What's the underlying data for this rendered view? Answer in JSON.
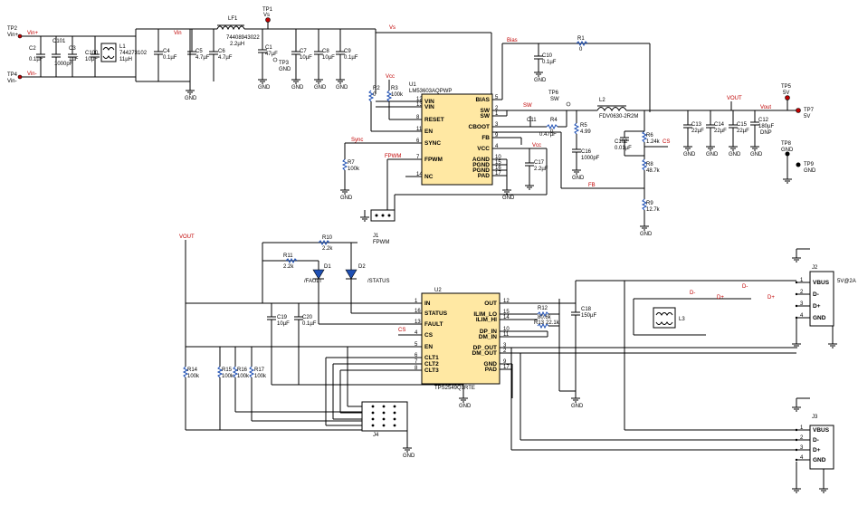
{
  "power": {
    "tp2": "TP2",
    "vin_plus": "Vin+",
    "tp4": "TP4",
    "vin_minus": "Vin-",
    "c2": "C2",
    "c2v": "0.1µF",
    "c101": "C101",
    "c101v": "1000pF",
    "c3": "C3",
    "c3v": "1µF",
    "c100": "C100",
    "c100v": "10µF",
    "l1": "L1",
    "l1p": "744273102",
    "l1v": "11µH",
    "c4": "C4",
    "c4v": "0.1µF",
    "vin_net": "Vin",
    "c5": "C5",
    "c5v": "4.7µF",
    "c6": "C6",
    "c6v": "4.7µF",
    "lf1": "LF1",
    "lf1p": "74408943022",
    "lf1v": "2.2µH",
    "tp1": "TP1",
    "vs": "Vs",
    "c1": "C1",
    "c1v": "47µF",
    "tp3": "TP3",
    "gnd": "GND",
    "c7": "C7",
    "c7v": "10µF",
    "c8": "C8",
    "c8v": "10µF",
    "c9": "C9",
    "c9v": "0.1µF",
    "vs_net": "Vs",
    "bias": "Bias",
    "r1": "R1",
    "r1v": "0",
    "c10": "C10",
    "c10v": "0.1µF",
    "u1": "U1",
    "u1p": "LM53603AQPWP",
    "u1_pins": [
      "VIN",
      "VIN",
      "RESET",
      "EN",
      "SYNC",
      "FPWM",
      "NC",
      "BIAS",
      "SW",
      "SW",
      "CBOOT",
      "FB",
      "VCC",
      "AGND",
      "PGND",
      "PGND",
      "PAD"
    ],
    "u1_nums": [
      "12",
      "13",
      "8",
      "11",
      "6",
      "7",
      "14",
      "5",
      "2",
      "1",
      "3",
      "9",
      "4",
      "10",
      "15",
      "16",
      "17"
    ],
    "r2": "R2",
    "r2v": "0",
    "r3": "R3",
    "r3v": "100k",
    "vcc_label": "Vcc",
    "sync": "Sync",
    "r7": "R7",
    "r7v": "100k",
    "fpwm": "FPWM",
    "j1": "J1",
    "j1l": "FPWM",
    "tp6": "TP6",
    "sw": "SW",
    "sw_net": "SW",
    "l2": "L2",
    "l2p": "FDV0630-2R2M",
    "c11": "C11",
    "c11v": "0.47µF",
    "r4": "R4",
    "r4v": "0",
    "r5": "R5",
    "r5v": "4.99",
    "c16": "C16",
    "c16v": "1000pF",
    "c17": "C17",
    "c17v": "2.2µF",
    "vcc2": "Vcc",
    "c102": "C102",
    "c102v": "0.01µF",
    "r6": "R6",
    "r6v": "1.24k",
    "cs": "CS",
    "r8": "R8",
    "r8v": "48.7k",
    "fb": "FB",
    "r9": "R9",
    "r9v": "12.7k",
    "vout": "VOUT",
    "tp5": "TP5",
    "v5": "5V",
    "tp7": "TP7",
    "v5b": "5V",
    "c13": "C13",
    "c13v": "22µF",
    "c14": "C14",
    "c14v": "22µF",
    "c15": "C15",
    "c15v": "22µF",
    "c12": "C12",
    "c12v": "180µF",
    "dnp": "DNP",
    "vout_net": "Vout",
    "tp8": "TP8",
    "gnd8": "GND",
    "tp9": "TP9",
    "gnd9": "GND"
  },
  "usb": {
    "vout": "VOUT",
    "r10": "R10",
    "r10v": "2.2k",
    "r11": "R11",
    "r11v": "2.2k",
    "d1": "D1",
    "d1l": "/FAULT",
    "d2": "D2",
    "d2l": "/STATUS",
    "u2": "U2",
    "u2p": "TPS2549Q1RTE",
    "u2_left": [
      "IN",
      "STATUS",
      "FAULT",
      "CS",
      "EN",
      "CLT1",
      "CLT2",
      "CLT3"
    ],
    "u2_lnums": [
      "1",
      "16",
      "13",
      "4",
      "5",
      "6",
      "7",
      "8"
    ],
    "u2_right": [
      "OUT",
      "ILIM_LO",
      "ILIM_HI",
      "DP_IN",
      "DM_IN",
      "DP_OUT",
      "DM_OUT",
      "GND",
      "PAD"
    ],
    "u2_rnums": [
      "12",
      "15",
      "14",
      "10",
      "11",
      "3",
      "2",
      "9",
      "17"
    ],
    "c19": "C19",
    "c19v": "10µF",
    "c20": "C20",
    "c20v": "0.1µF",
    "cs": "CS",
    "r12": "R12",
    "r12v": "80.6k",
    "r13": "R13",
    "r13v": "22.1k",
    "c18": "C18",
    "c18v": "150µF",
    "l3": "L3",
    "r14": "R14",
    "r14v": "100k",
    "r15": "R15",
    "r15v": "100k",
    "r16": "R16",
    "r16v": "100k",
    "r17": "R17",
    "r17v": "100k",
    "j4": "J4",
    "j2": "J2",
    "j2l": "5V@2A",
    "j2_pins": [
      "VBUS",
      "D-",
      "D+",
      "GND"
    ],
    "j3": "J3",
    "j3_pins": [
      "VBUS",
      "D-",
      "D+",
      "GND"
    ],
    "dm": "D-",
    "dp": "D+",
    "gnd": "GND"
  }
}
